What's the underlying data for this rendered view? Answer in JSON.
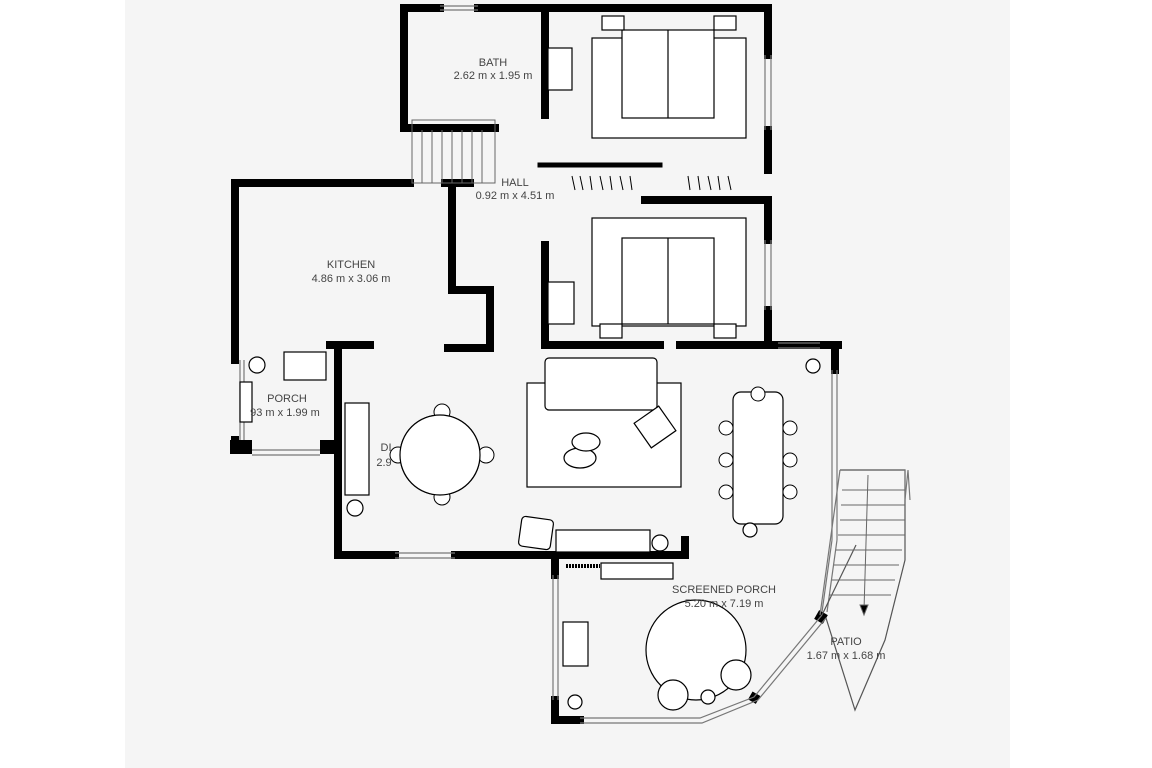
{
  "rooms": [
    {
      "id": "bath",
      "name": "BATH",
      "size": "2.62 m x 1.95 m"
    },
    {
      "id": "hall",
      "name": "HALL",
      "size": "0.92 m x 4.51 m"
    },
    {
      "id": "kitchen",
      "name": "KITCHEN",
      "size": "4.86 m x 3.06 m"
    },
    {
      "id": "porch",
      "name": "PORCH",
      "size": "93 m x 1.99 m"
    },
    {
      "id": "dining",
      "name": "DI",
      "size": "2.9"
    },
    {
      "id": "screened_porch",
      "name": "SCREENED PORCH",
      "size": "5.20 m x 7.19 m"
    },
    {
      "id": "patio",
      "name": "PATIO",
      "size": "1.67 m x 1.68 m"
    }
  ],
  "colors": {
    "wall": "#000000",
    "background": "#f5f5f5",
    "text": "#444444"
  }
}
